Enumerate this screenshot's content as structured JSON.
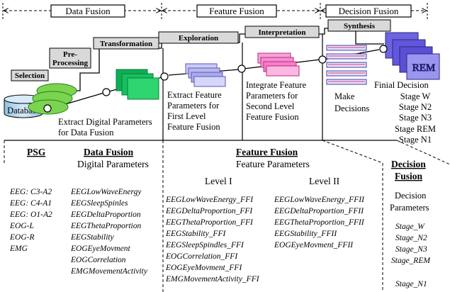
{
  "stages": [
    "Data Fusion",
    "Feature Fusion",
    "Decision Fusion"
  ],
  "steps": {
    "selection": "Selection",
    "preprocessing": [
      "Pre-",
      "Processing"
    ],
    "transformation": "Transformation",
    "exploration": "Exploration",
    "interpretation": "Interpretation",
    "synthesis": "Synthesis"
  },
  "database_label": "Database",
  "rem_label": "REM",
  "descriptions": {
    "extract_digital": [
      "Extract Digital Parameters",
      "for Data Fusion"
    ],
    "extract_feature": [
      "Extract Feature",
      "Parameters for",
      "First Level",
      "Feature Fusion"
    ],
    "integrate_feature": [
      "Integrate Feature",
      "Parameters for",
      "Second Level",
      "Feature Fusion"
    ],
    "make_decisions": [
      "Make",
      "Decisions"
    ],
    "final_decision": [
      "Finial  Decision",
      "Stage W",
      "Stage N2",
      "Stage N3",
      "Stage REM",
      "Stage N1"
    ]
  },
  "psg": {
    "header": "PSG",
    "items": [
      "EEG: C3-A2",
      "EEG: C4-A1",
      "EEG: O1-A2",
      "EOG-L",
      "EOG-R",
      "EMG"
    ]
  },
  "data_fusion": {
    "header": "Data Fusion",
    "subtitle": "Digital Parameters",
    "items": [
      "EEGLowWaveEnergy",
      "EEGSleepSpinles",
      "EEGDeltaProportion",
      "EEGThetaProportion",
      "EEGStability",
      "EOGEyeMovment",
      "EOGCorrelation",
      "EMGMovementActivity"
    ]
  },
  "feature_fusion": {
    "header": "Feature Fusion",
    "subtitle": "Feature Parameters",
    "level1": {
      "label": "Level I",
      "items": [
        "EEGLowWaveEnergy_FFI",
        "EEGDeltaProportion_FFI",
        "EEGThetaProportion_FFI",
        "EEGStability_FFI",
        "EEGSleepSpindles_FFI",
        "EOGCorrelation_FFI",
        "EOGEyeMovment_FFI",
        "EMGMovementActivity_FFI"
      ]
    },
    "level2": {
      "label": "Level II",
      "items": [
        "EEGLowWaveEnergy_FFII",
        "EEGDeltaProportion_FFII",
        "EEGThetaProportion_FFII",
        "EEGStability_FFII",
        "EOGEyeMovment_FFII"
      ]
    }
  },
  "decision_fusion": {
    "header": [
      "Decision",
      "Fusion"
    ],
    "subtitle": [
      "Decision",
      "Parameters"
    ],
    "items": [
      "Stage_W",
      "Stage_N2",
      "Stage_N3",
      "Stage_REM",
      "Stage_N1"
    ]
  },
  "colors": {
    "step_fill": "#d9d9d9",
    "ellipse_fill": "#7bd44f",
    "green_dark": "#0fae55",
    "green_light": "#2fd56f",
    "blue_purple": "#b3b3f2",
    "pink": "#f77ccb",
    "rem_purple": "#5b4fd6",
    "database_fill": "#b8d8ee"
  }
}
